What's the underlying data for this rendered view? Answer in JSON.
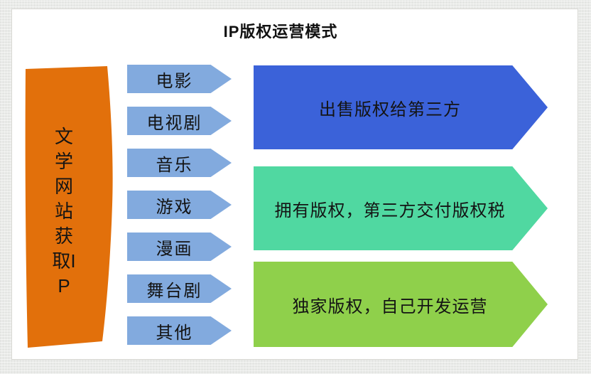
{
  "title": "IP版权运营模式",
  "source": {
    "label": "文学网站获取IP"
  },
  "channels": [
    {
      "label": "电影"
    },
    {
      "label": "电视剧"
    },
    {
      "label": "音乐"
    },
    {
      "label": "游戏"
    },
    {
      "label": "漫画"
    },
    {
      "label": "舞台剧"
    },
    {
      "label": "其他"
    }
  ],
  "modes": [
    {
      "label": "出售版权给第三方",
      "color": "#3b62d9"
    },
    {
      "label": "拥有版权，第三方交付版权税",
      "color": "#50d8a1"
    },
    {
      "label": "独家版权，自己开发运营",
      "color": "#8fd04b"
    }
  ],
  "colors": {
    "source_fill": "#e2700b",
    "channel_fill": "#82aade",
    "page_bg": "#e9eae8",
    "card_bg": "#ffffff"
  }
}
